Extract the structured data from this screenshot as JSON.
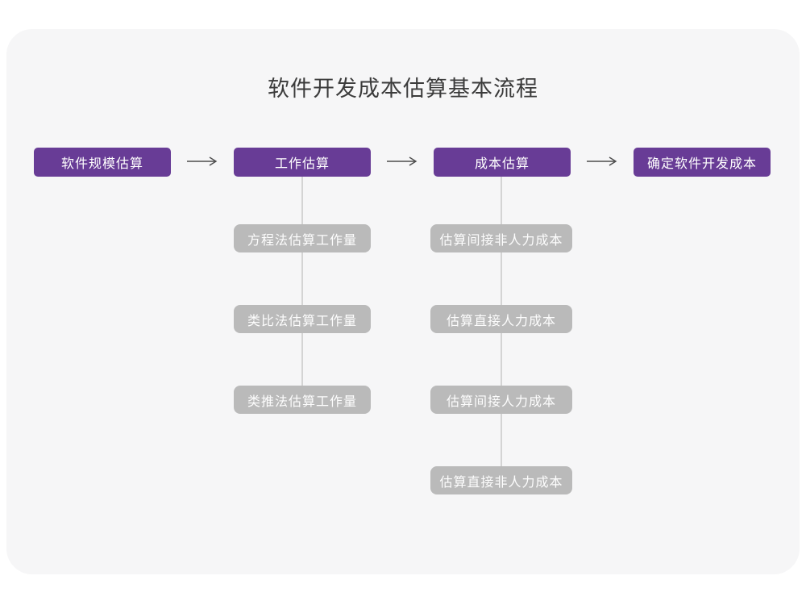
{
  "page": {
    "title": "软件开发成本估算基本流程"
  },
  "colors": {
    "page_bg": "#ffffff",
    "card_bg": "#f6f6f7",
    "stage_box_bg": "#683c96",
    "sub_box_bg": "#bababa",
    "connector_line": "#d4d4d4",
    "arrow_stroke": "#4d4d4d",
    "title_text": "#3b3b3b",
    "box_text": "#ffffff"
  },
  "flow": {
    "stages": [
      {
        "label": "软件规模估算",
        "children": []
      },
      {
        "label": "工作估算",
        "children": [
          "方程法估算工作量",
          "类比法估算工作量",
          "类推法估算工作量"
        ]
      },
      {
        "label": "成本估算",
        "children": [
          "估算间接非人力成本",
          "估算直接人力成本",
          "估算间接人力成本",
          "估算直接非人力成本"
        ]
      },
      {
        "label": "确定软件开发成本",
        "children": []
      }
    ]
  }
}
